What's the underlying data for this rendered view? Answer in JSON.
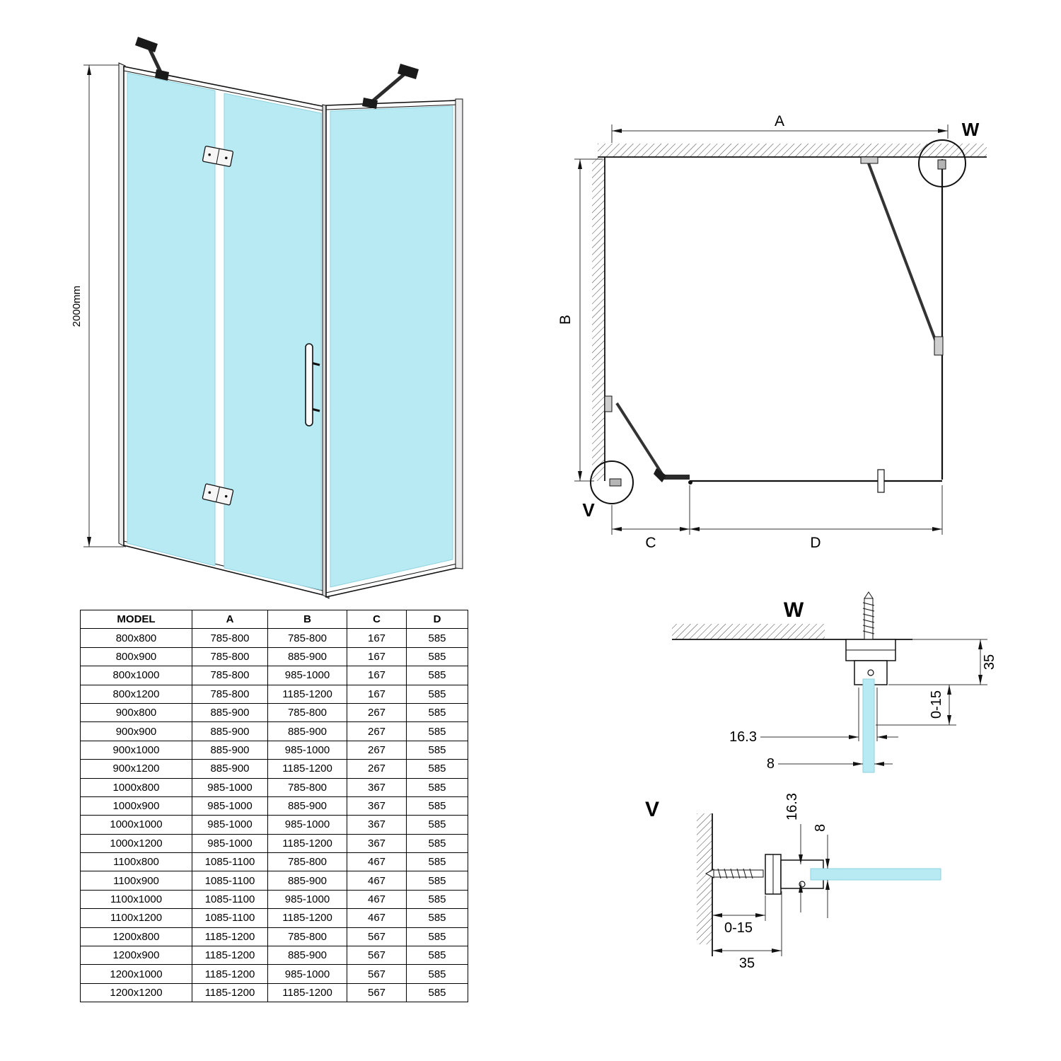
{
  "colors": {
    "glass": "#b8eaf3",
    "glass_edge": "#8fd2de",
    "line": "#1a1a1a",
    "metal": "#ececec"
  },
  "iso_view": {
    "height_label": "2000mm"
  },
  "plan_view": {
    "dim_a": "A",
    "dim_b": "B",
    "dim_c": "C",
    "dim_d": "D",
    "detail_w": "W",
    "detail_v": "V"
  },
  "detail_w": {
    "title": "W",
    "dim_outer": "16.3",
    "dim_glass": "8",
    "dim_adjust": "0-15",
    "dim_total": "35"
  },
  "detail_v": {
    "title": "V",
    "dim_outer": "16.3",
    "dim_glass": "8",
    "dim_adjust": "0-15",
    "dim_total": "35"
  },
  "table": {
    "headers": [
      "MODEL",
      "A",
      "B",
      "C",
      "D"
    ],
    "rows": [
      [
        "800x800",
        "785-800",
        "785-800",
        "167",
        "585"
      ],
      [
        "800x900",
        "785-800",
        "885-900",
        "167",
        "585"
      ],
      [
        "800x1000",
        "785-800",
        "985-1000",
        "167",
        "585"
      ],
      [
        "800x1200",
        "785-800",
        "1185-1200",
        "167",
        "585"
      ],
      [
        "900x800",
        "885-900",
        "785-800",
        "267",
        "585"
      ],
      [
        "900x900",
        "885-900",
        "885-900",
        "267",
        "585"
      ],
      [
        "900x1000",
        "885-900",
        "985-1000",
        "267",
        "585"
      ],
      [
        "900x1200",
        "885-900",
        "1185-1200",
        "267",
        "585"
      ],
      [
        "1000x800",
        "985-1000",
        "785-800",
        "367",
        "585"
      ],
      [
        "1000x900",
        "985-1000",
        "885-900",
        "367",
        "585"
      ],
      [
        "1000x1000",
        "985-1000",
        "985-1000",
        "367",
        "585"
      ],
      [
        "1000x1200",
        "985-1000",
        "1185-1200",
        "367",
        "585"
      ],
      [
        "1100x800",
        "1085-1100",
        "785-800",
        "467",
        "585"
      ],
      [
        "1100x900",
        "1085-1100",
        "885-900",
        "467",
        "585"
      ],
      [
        "1100x1000",
        "1085-1100",
        "985-1000",
        "467",
        "585"
      ],
      [
        "1100x1200",
        "1085-1100",
        "1185-1200",
        "467",
        "585"
      ],
      [
        "1200x800",
        "1185-1200",
        "785-800",
        "567",
        "585"
      ],
      [
        "1200x900",
        "1185-1200",
        "885-900",
        "567",
        "585"
      ],
      [
        "1200x1000",
        "1185-1200",
        "985-1000",
        "567",
        "585"
      ],
      [
        "1200x1200",
        "1185-1200",
        "1185-1200",
        "567",
        "585"
      ]
    ]
  }
}
